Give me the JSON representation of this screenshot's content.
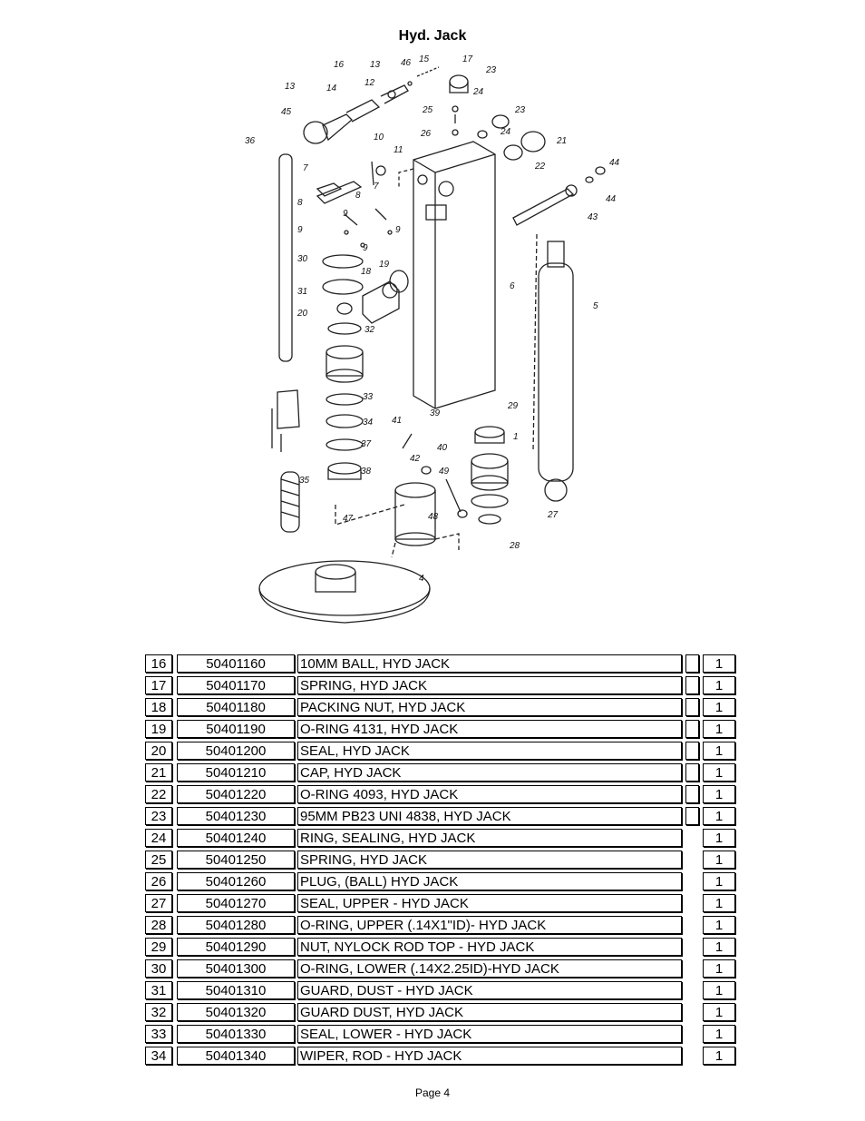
{
  "title": "Hyd. Jack",
  "footer": "Page 4",
  "diagram_labels": [
    "16",
    "13",
    "46",
    "15",
    "17",
    "23",
    "13",
    "14",
    "12",
    "24",
    "45",
    "25",
    "23",
    "26",
    "24",
    "21",
    "36",
    "10",
    "11",
    "22",
    "7",
    "7",
    "44",
    "8",
    "8",
    "44",
    "9",
    "9",
    "43",
    "9",
    "9",
    "30",
    "18",
    "19",
    "6",
    "5",
    "31",
    "20",
    "32",
    "33",
    "29",
    "41",
    "39",
    "34",
    "40",
    "1",
    "37",
    "42",
    "49",
    "38",
    "35",
    "27",
    "47",
    "48",
    "28",
    "4"
  ],
  "parts": [
    {
      "item": "16",
      "part": "50401160",
      "desc": "10MM BALL, HYD JACK",
      "box": true,
      "qty": "1"
    },
    {
      "item": "17",
      "part": "50401170",
      "desc": "SPRING, HYD JACK",
      "box": true,
      "qty": "1"
    },
    {
      "item": "18",
      "part": "50401180",
      "desc": "PACKING NUT, HYD JACK",
      "box": true,
      "qty": "1"
    },
    {
      "item": "19",
      "part": "50401190",
      "desc": "O-RING 4131, HYD JACK",
      "box": true,
      "qty": "1"
    },
    {
      "item": "20",
      "part": "50401200",
      "desc": "SEAL, HYD JACK",
      "box": true,
      "qty": "1"
    },
    {
      "item": "21",
      "part": "50401210",
      "desc": "CAP, HYD JACK",
      "box": true,
      "qty": "1"
    },
    {
      "item": "22",
      "part": "50401220",
      "desc": "O-RING 4093, HYD JACK",
      "box": true,
      "qty": "1"
    },
    {
      "item": "23",
      "part": "50401230",
      "desc": "95MM PB23 UNI 4838, HYD JACK",
      "box": true,
      "qty": "1"
    },
    {
      "item": "24",
      "part": "50401240",
      "desc": "RING, SEALING, HYD JACK",
      "box": false,
      "qty": "1"
    },
    {
      "item": "25",
      "part": "50401250",
      "desc": "SPRING, HYD JACK",
      "box": false,
      "qty": "1"
    },
    {
      "item": "26",
      "part": "50401260",
      "desc": "PLUG, (BALL) HYD JACK",
      "box": false,
      "qty": "1"
    },
    {
      "item": "27",
      "part": "50401270",
      "desc": "SEAL, UPPER - HYD JACK",
      "box": false,
      "qty": "1"
    },
    {
      "item": "28",
      "part": "50401280",
      "desc": "O-RING, UPPER (.14X1\"ID)- HYD JACK",
      "box": false,
      "qty": "1"
    },
    {
      "item": "29",
      "part": "50401290",
      "desc": "NUT, NYLOCK ROD TOP - HYD JACK",
      "box": false,
      "qty": "1"
    },
    {
      "item": "30",
      "part": "50401300",
      "desc": "O-RING, LOWER (.14X2.25ID)-HYD JACK",
      "box": false,
      "qty": "1"
    },
    {
      "item": "31",
      "part": "50401310",
      "desc": "GUARD, DUST - HYD JACK",
      "box": false,
      "qty": "1"
    },
    {
      "item": "32",
      "part": "50401320",
      "desc": "GUARD DUST, HYD JACK",
      "box": false,
      "qty": "1"
    },
    {
      "item": "33",
      "part": "50401330",
      "desc": "SEAL, LOWER - HYD JACK",
      "box": false,
      "qty": "1"
    },
    {
      "item": "34",
      "part": "50401340",
      "desc": "WIPER, ROD - HYD JACK",
      "box": false,
      "qty": "1"
    }
  ]
}
